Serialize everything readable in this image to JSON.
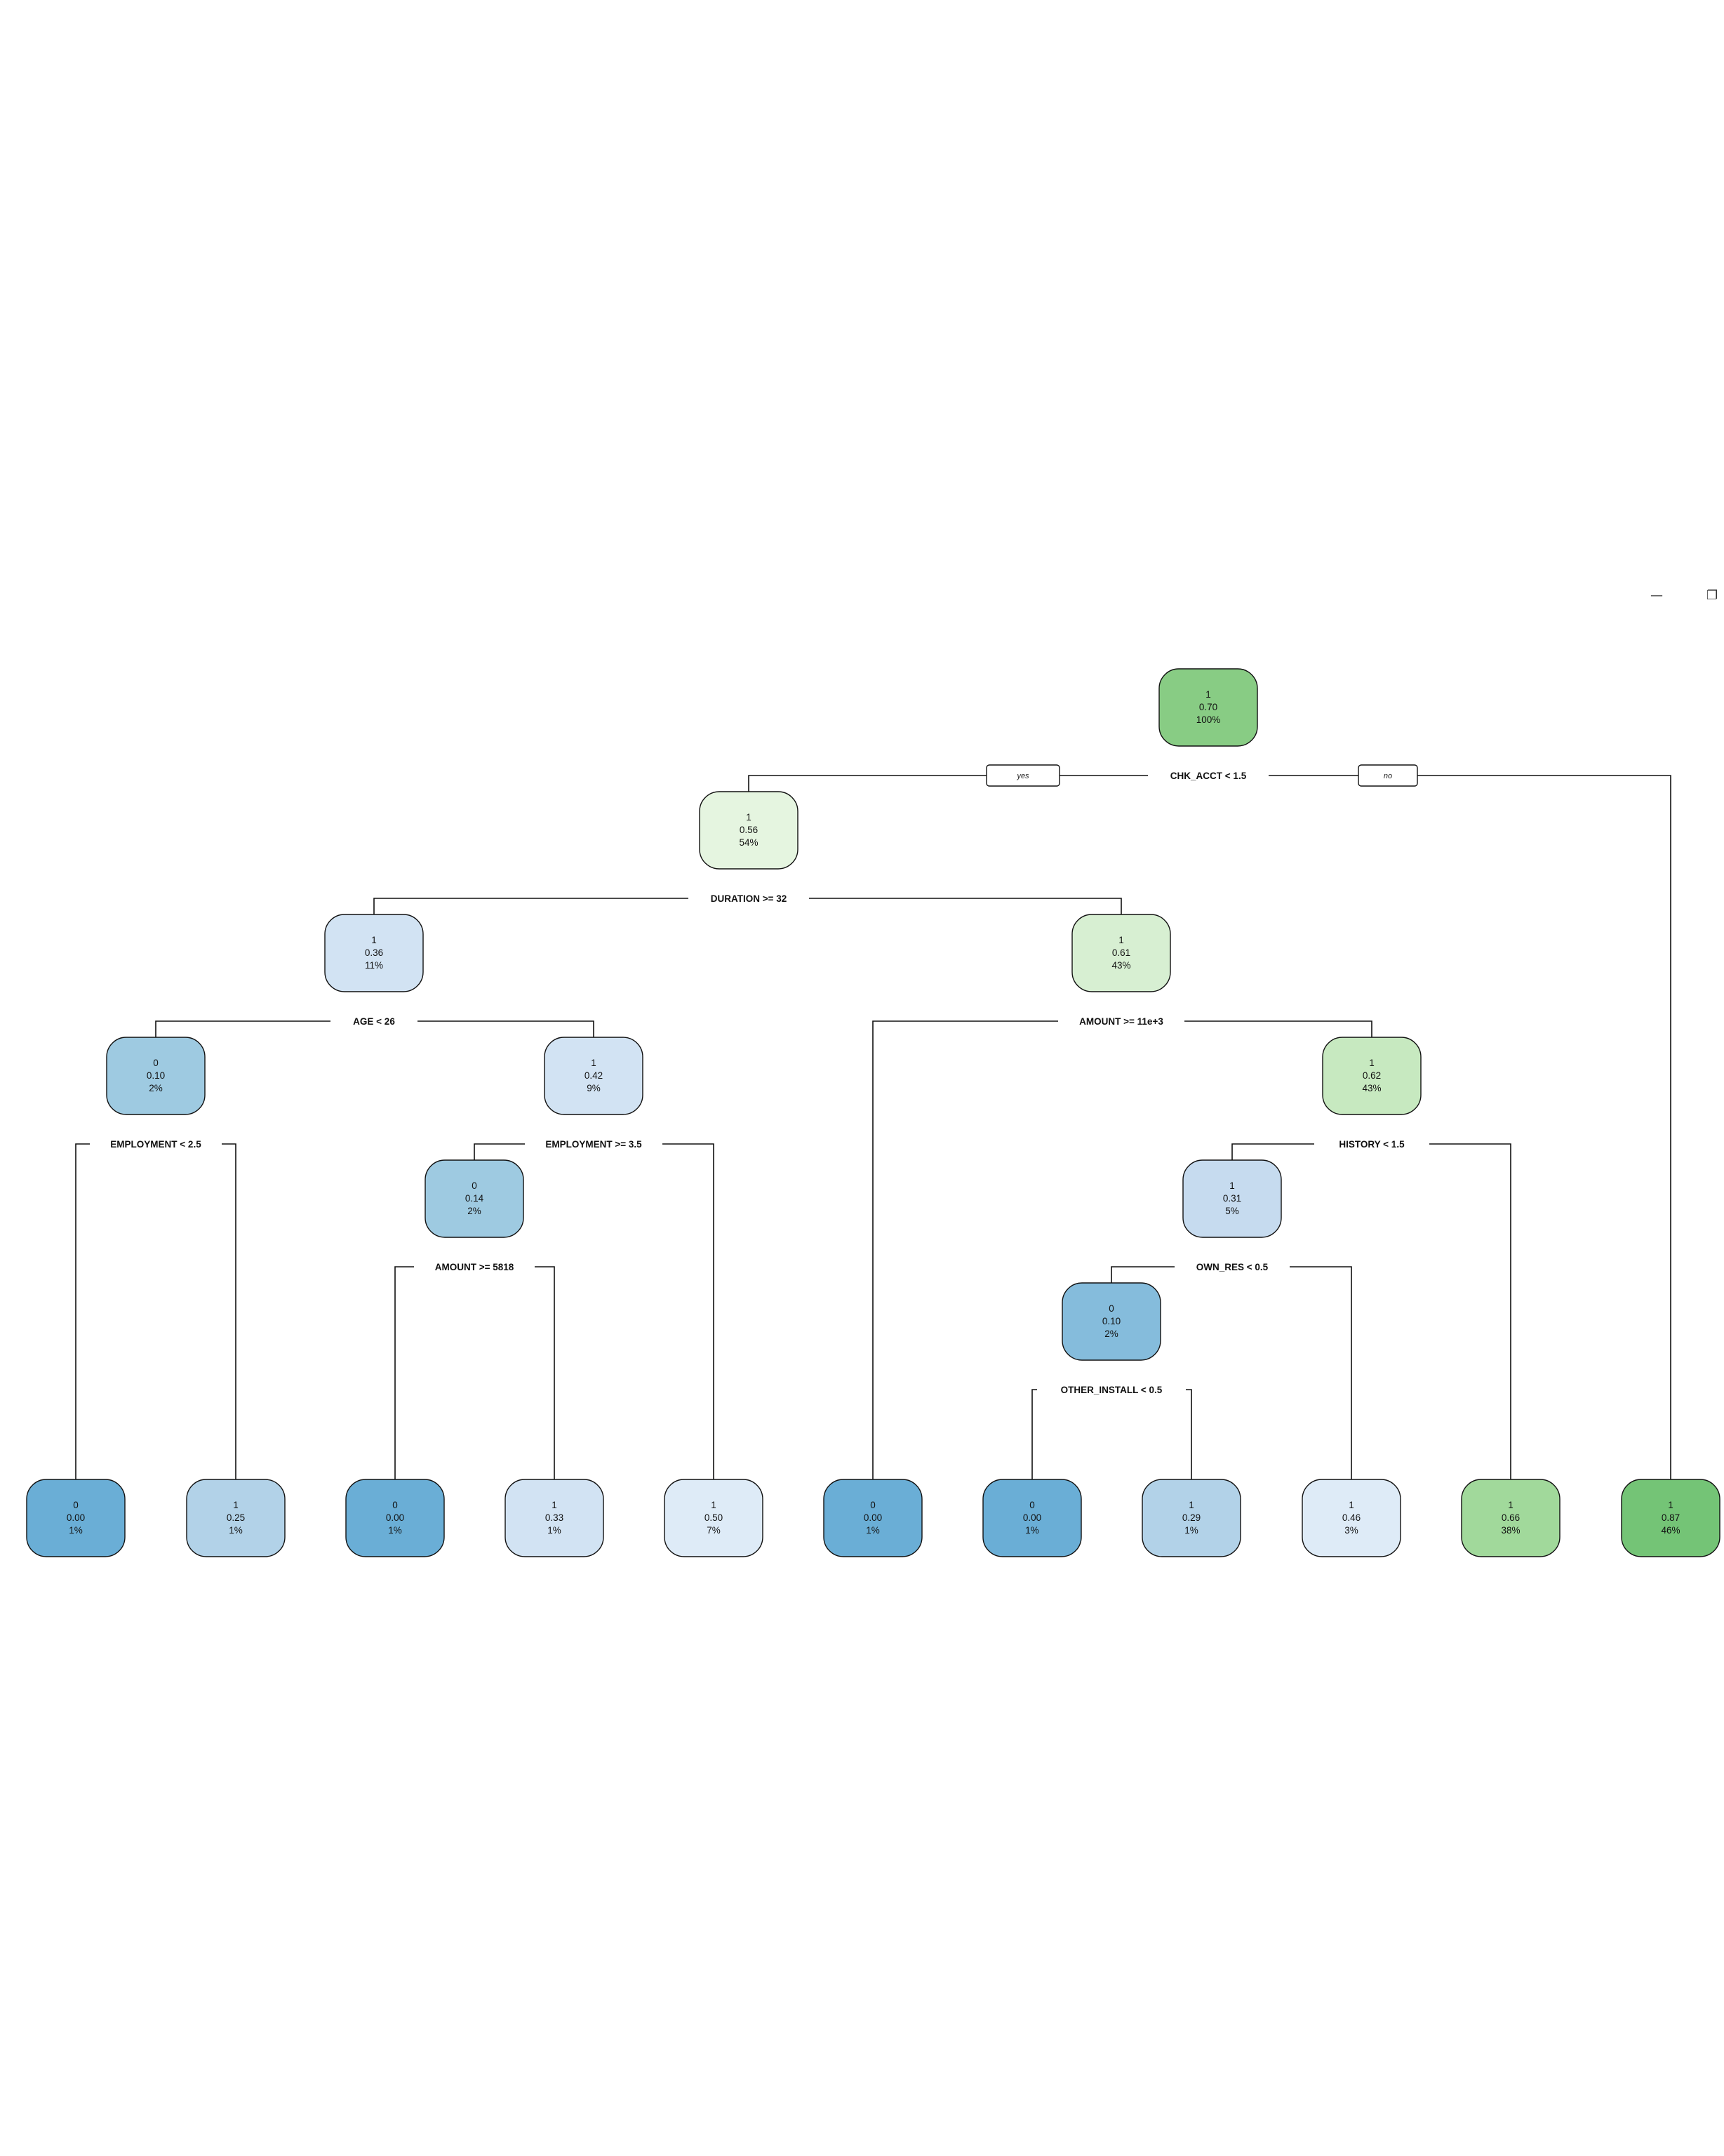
{
  "window_controls": {
    "minimize": "—",
    "restore": "❐"
  },
  "tree": {
    "colors": {
      "blue_dark": "#6aaed6",
      "blue_mid": "#85bcdc",
      "blue_med": "#9ecae1",
      "blue_light": "#b2d2e8",
      "blue_pale": "#c6dbef",
      "blue_paler": "#d2e3f3",
      "blue_palest": "#deebf7",
      "green_dark": "#74c476",
      "green_mid": "#88cc84",
      "green_light": "#a1d99b",
      "green_pale": "#c7e9c0",
      "green_paler": "#d7efd2",
      "green_palest": "#e5f5e0"
    },
    "branch_labels": {
      "yes": "yes",
      "no": "no"
    },
    "nodes": [
      {
        "id": "root",
        "cls": "1",
        "prob": "0.70",
        "pct": "100%",
        "color": "#88cc84",
        "split": "CHK_ACCT < 1.5"
      },
      {
        "id": "n2",
        "cls": "1",
        "prob": "0.56",
        "pct": "54%",
        "color": "#e5f5e0",
        "split": "DURATION >= 32"
      },
      {
        "id": "n4",
        "cls": "1",
        "prob": "0.36",
        "pct": "11%",
        "color": "#d2e3f3",
        "split": "AGE < 26"
      },
      {
        "id": "n5",
        "cls": "1",
        "prob": "0.61",
        "pct": "43%",
        "color": "#d7efd2",
        "split": "AMOUNT >= 11e+3"
      },
      {
        "id": "n8",
        "cls": "0",
        "prob": "0.10",
        "pct": "2%",
        "color": "#9ecae1",
        "split": "EMPLOYMENT < 2.5"
      },
      {
        "id": "n9",
        "cls": "1",
        "prob": "0.42",
        "pct": "9%",
        "color": "#d2e3f3",
        "split": "EMPLOYMENT >= 3.5"
      },
      {
        "id": "n11",
        "cls": "1",
        "prob": "0.62",
        "pct": "43%",
        "color": "#c7e9c0",
        "split": "HISTORY < 1.5"
      },
      {
        "id": "n18",
        "cls": "0",
        "prob": "0.14",
        "pct": "2%",
        "color": "#9ecae1",
        "split": "AMOUNT >= 5818"
      },
      {
        "id": "n22",
        "cls": "1",
        "prob": "0.31",
        "pct": "5%",
        "color": "#c6dbef",
        "split": "OWN_RES < 0.5"
      },
      {
        "id": "n44",
        "cls": "0",
        "prob": "0.10",
        "pct": "2%",
        "color": "#85bcdc",
        "split": "OTHER_INSTALL < 0.5"
      },
      {
        "id": "L1",
        "cls": "0",
        "prob": "0.00",
        "pct": "1%",
        "color": "#6aaed6",
        "split": ""
      },
      {
        "id": "L2",
        "cls": "1",
        "prob": "0.25",
        "pct": "1%",
        "color": "#b2d2e8",
        "split": ""
      },
      {
        "id": "L3",
        "cls": "0",
        "prob": "0.00",
        "pct": "1%",
        "color": "#6aaed6",
        "split": ""
      },
      {
        "id": "L4",
        "cls": "1",
        "prob": "0.33",
        "pct": "1%",
        "color": "#d2e3f3",
        "split": ""
      },
      {
        "id": "L5",
        "cls": "1",
        "prob": "0.50",
        "pct": "7%",
        "color": "#deebf7",
        "split": ""
      },
      {
        "id": "L6",
        "cls": "0",
        "prob": "0.00",
        "pct": "1%",
        "color": "#6aaed6",
        "split": ""
      },
      {
        "id": "L7",
        "cls": "0",
        "prob": "0.00",
        "pct": "1%",
        "color": "#6aaed6",
        "split": ""
      },
      {
        "id": "L8",
        "cls": "1",
        "prob": "0.29",
        "pct": "1%",
        "color": "#b2d2e8",
        "split": ""
      },
      {
        "id": "L9",
        "cls": "1",
        "prob": "0.46",
        "pct": "3%",
        "color": "#deebf7",
        "split": ""
      },
      {
        "id": "L10",
        "cls": "1",
        "prob": "0.66",
        "pct": "38%",
        "color": "#a1d99b",
        "split": ""
      },
      {
        "id": "L11",
        "cls": "1",
        "prob": "0.87",
        "pct": "46%",
        "color": "#74c476",
        "split": ""
      }
    ],
    "edges": [
      {
        "from": "root",
        "to": "n2"
      },
      {
        "from": "root",
        "to": "L11"
      },
      {
        "from": "n2",
        "to": "n4"
      },
      {
        "from": "n2",
        "to": "n5"
      },
      {
        "from": "n4",
        "to": "n8"
      },
      {
        "from": "n4",
        "to": "n9"
      },
      {
        "from": "n8",
        "to": "L1"
      },
      {
        "from": "n8",
        "to": "L2"
      },
      {
        "from": "n9",
        "to": "n18"
      },
      {
        "from": "n9",
        "to": "L5"
      },
      {
        "from": "n18",
        "to": "L3"
      },
      {
        "from": "n18",
        "to": "L4"
      },
      {
        "from": "n5",
        "to": "L6"
      },
      {
        "from": "n5",
        "to": "n11"
      },
      {
        "from": "n11",
        "to": "n22"
      },
      {
        "from": "n11",
        "to": "L10"
      },
      {
        "from": "n22",
        "to": "n44"
      },
      {
        "from": "n22",
        "to": "L9"
      },
      {
        "from": "n44",
        "to": "L7"
      },
      {
        "from": "n44",
        "to": "L8"
      }
    ]
  }
}
